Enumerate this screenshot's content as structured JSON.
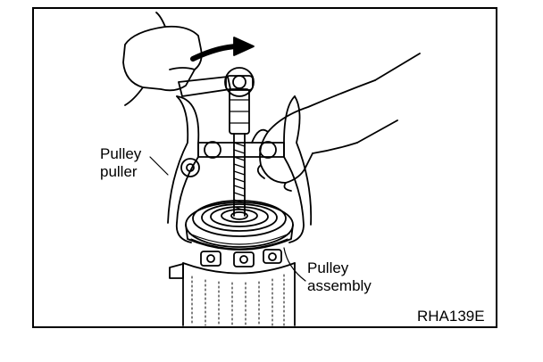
{
  "labels": {
    "pulley_puller_line1": "Pulley",
    "pulley_puller_line2": "puller",
    "pulley_assembly_line1": "Pulley",
    "pulley_assembly_line2": "assembly"
  },
  "figure_code": "RHA139E"
}
